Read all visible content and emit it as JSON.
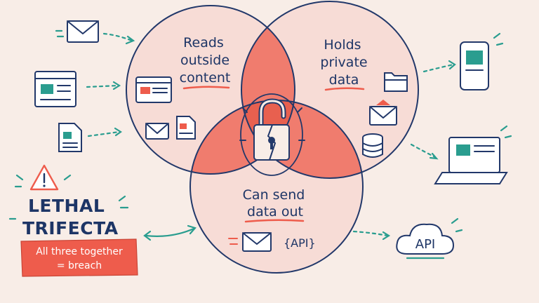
{
  "circles": {
    "top_left_label": [
      "Reads",
      "outside",
      "content"
    ],
    "top_right_label": [
      "Holds",
      "private",
      "data"
    ],
    "bottom_label": [
      "Can send",
      "data out"
    ]
  },
  "warning": {
    "title_line1": "LETHAL",
    "title_line2": "TRIFECTA",
    "note_line1": "All three together",
    "note_line2": "= breach"
  },
  "api": {
    "badge_label": "{API}",
    "cloud_label": "API"
  },
  "colors": {
    "background": "#f8ede7",
    "ink": "#22386a",
    "circle_fill": "#f7dcd6",
    "overlap_fill": "#f07c6e",
    "center_fill": "#e8604f",
    "accent_red": "#ee5c4c",
    "arrow_teal": "#2a9d8f"
  },
  "icons": [
    "envelope-icon",
    "browser-window-icon",
    "document-icon",
    "folder-icon",
    "database-icon",
    "smartphone-icon",
    "laptop-icon",
    "cloud-icon",
    "warning-triangle-icon",
    "broken-padlock-icon"
  ]
}
